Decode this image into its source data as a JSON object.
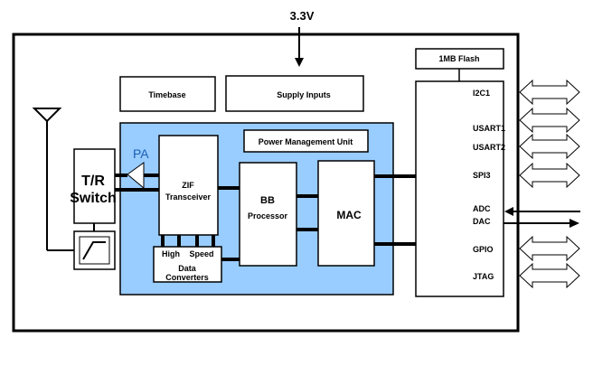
{
  "supply": {
    "voltage": "3.3V"
  },
  "blocks": {
    "flash": "1MB Flash",
    "timebase": "Timebase",
    "supply_inputs": "Supply Inputs",
    "pmu": "Power Management Unit",
    "tr_switch_line1": "T/R",
    "tr_switch_line2": "Switch",
    "pa": "PA",
    "zif_line1": "ZIF",
    "zif_line2": "Transceiver",
    "bb_line1": "BB",
    "bb_line2": "Processor",
    "mac": "MAC",
    "converters_high": "High",
    "converters_speed": "Speed",
    "converters_line2": "Data",
    "converters_line3": "Converters"
  },
  "interfaces": [
    "I2C1",
    "USART1",
    "USART2",
    "SPI3",
    "ADC",
    "DAC",
    "GPIO",
    "JTAG"
  ],
  "colors": {
    "rf_area_fill": "#99ccff",
    "pa_label": "#1a5fb4"
  }
}
